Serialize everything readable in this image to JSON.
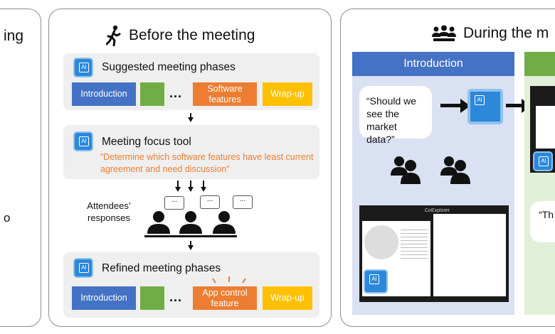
{
  "left_panel": {
    "title_fragment": "ing",
    "text_fragment": "o"
  },
  "before": {
    "title": "Before the meeting",
    "suggested": {
      "title": "Suggested meeting phases",
      "phases": [
        "Introduction",
        "",
        "...",
        "Software features",
        "Wrap-up"
      ]
    },
    "focus": {
      "title": "Meeting focus tool",
      "quote": "“Determine which software features have least current agreement and need discussion”"
    },
    "attendees_label": "Attendees’ responses",
    "bubble_text": "...",
    "refined": {
      "title": "Refined meeting phases",
      "phases": [
        "Introduction",
        "",
        "...",
        "App control feature",
        "Wrap-up"
      ]
    }
  },
  "during": {
    "title": "During the m",
    "intro_header": "Introduction",
    "question": "“Should we see the market data?”",
    "app_name": "CoExplorer",
    "answer_fragment": "“Th is..."
  },
  "colors": {
    "blue": "#4472c4",
    "green": "#70ad47",
    "orange": "#ed7d31",
    "yellow": "#ffc000",
    "ai_chip": "#2c88d9"
  }
}
